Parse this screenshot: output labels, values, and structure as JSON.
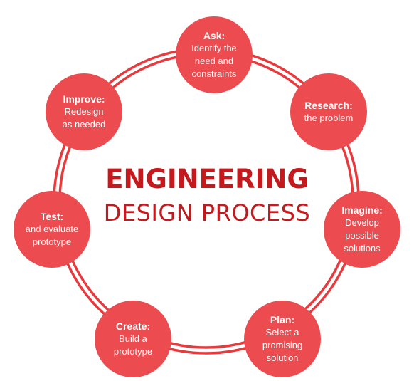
{
  "title": {
    "main": "ENGINEERING",
    "sub": "DESIGN PROCESS"
  },
  "colors": {
    "circle_fill": "#ec4b4f",
    "ring_stroke": "#e8393d",
    "title_color": "#c4191d",
    "text_on_circle": "#ffffff"
  },
  "steps": [
    {
      "title": "Ask:",
      "lines": [
        "Identify the",
        "need and",
        "constraints"
      ]
    },
    {
      "title": "Research:",
      "lines": [
        "the problem"
      ]
    },
    {
      "title": "Imagine:",
      "lines": [
        "Develop",
        "possible",
        "solutions"
      ]
    },
    {
      "title": "Plan:",
      "lines": [
        "Select a",
        "promising",
        "solution"
      ]
    },
    {
      "title": "Create:",
      "lines": [
        "Build a",
        "prototype"
      ]
    },
    {
      "title": "Test:",
      "lines": [
        "and evaluate",
        "prototype"
      ]
    },
    {
      "title": "Improve:",
      "lines": [
        "Redesign",
        "as needed"
      ]
    }
  ]
}
